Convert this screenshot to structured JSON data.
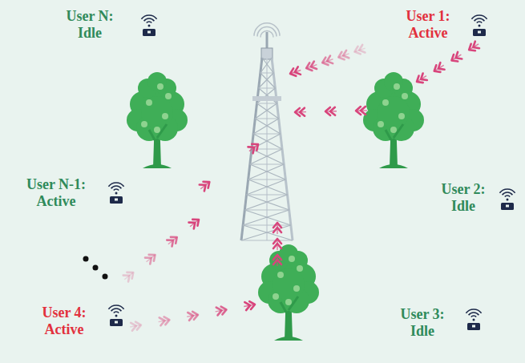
{
  "diagram": {
    "labels": [
      "User N: Idle",
      "User 1: Active",
      "User N-1: Active",
      "User 2: Idle",
      "User 4: Active",
      "User 3: Idle"
    ]
  }
}
